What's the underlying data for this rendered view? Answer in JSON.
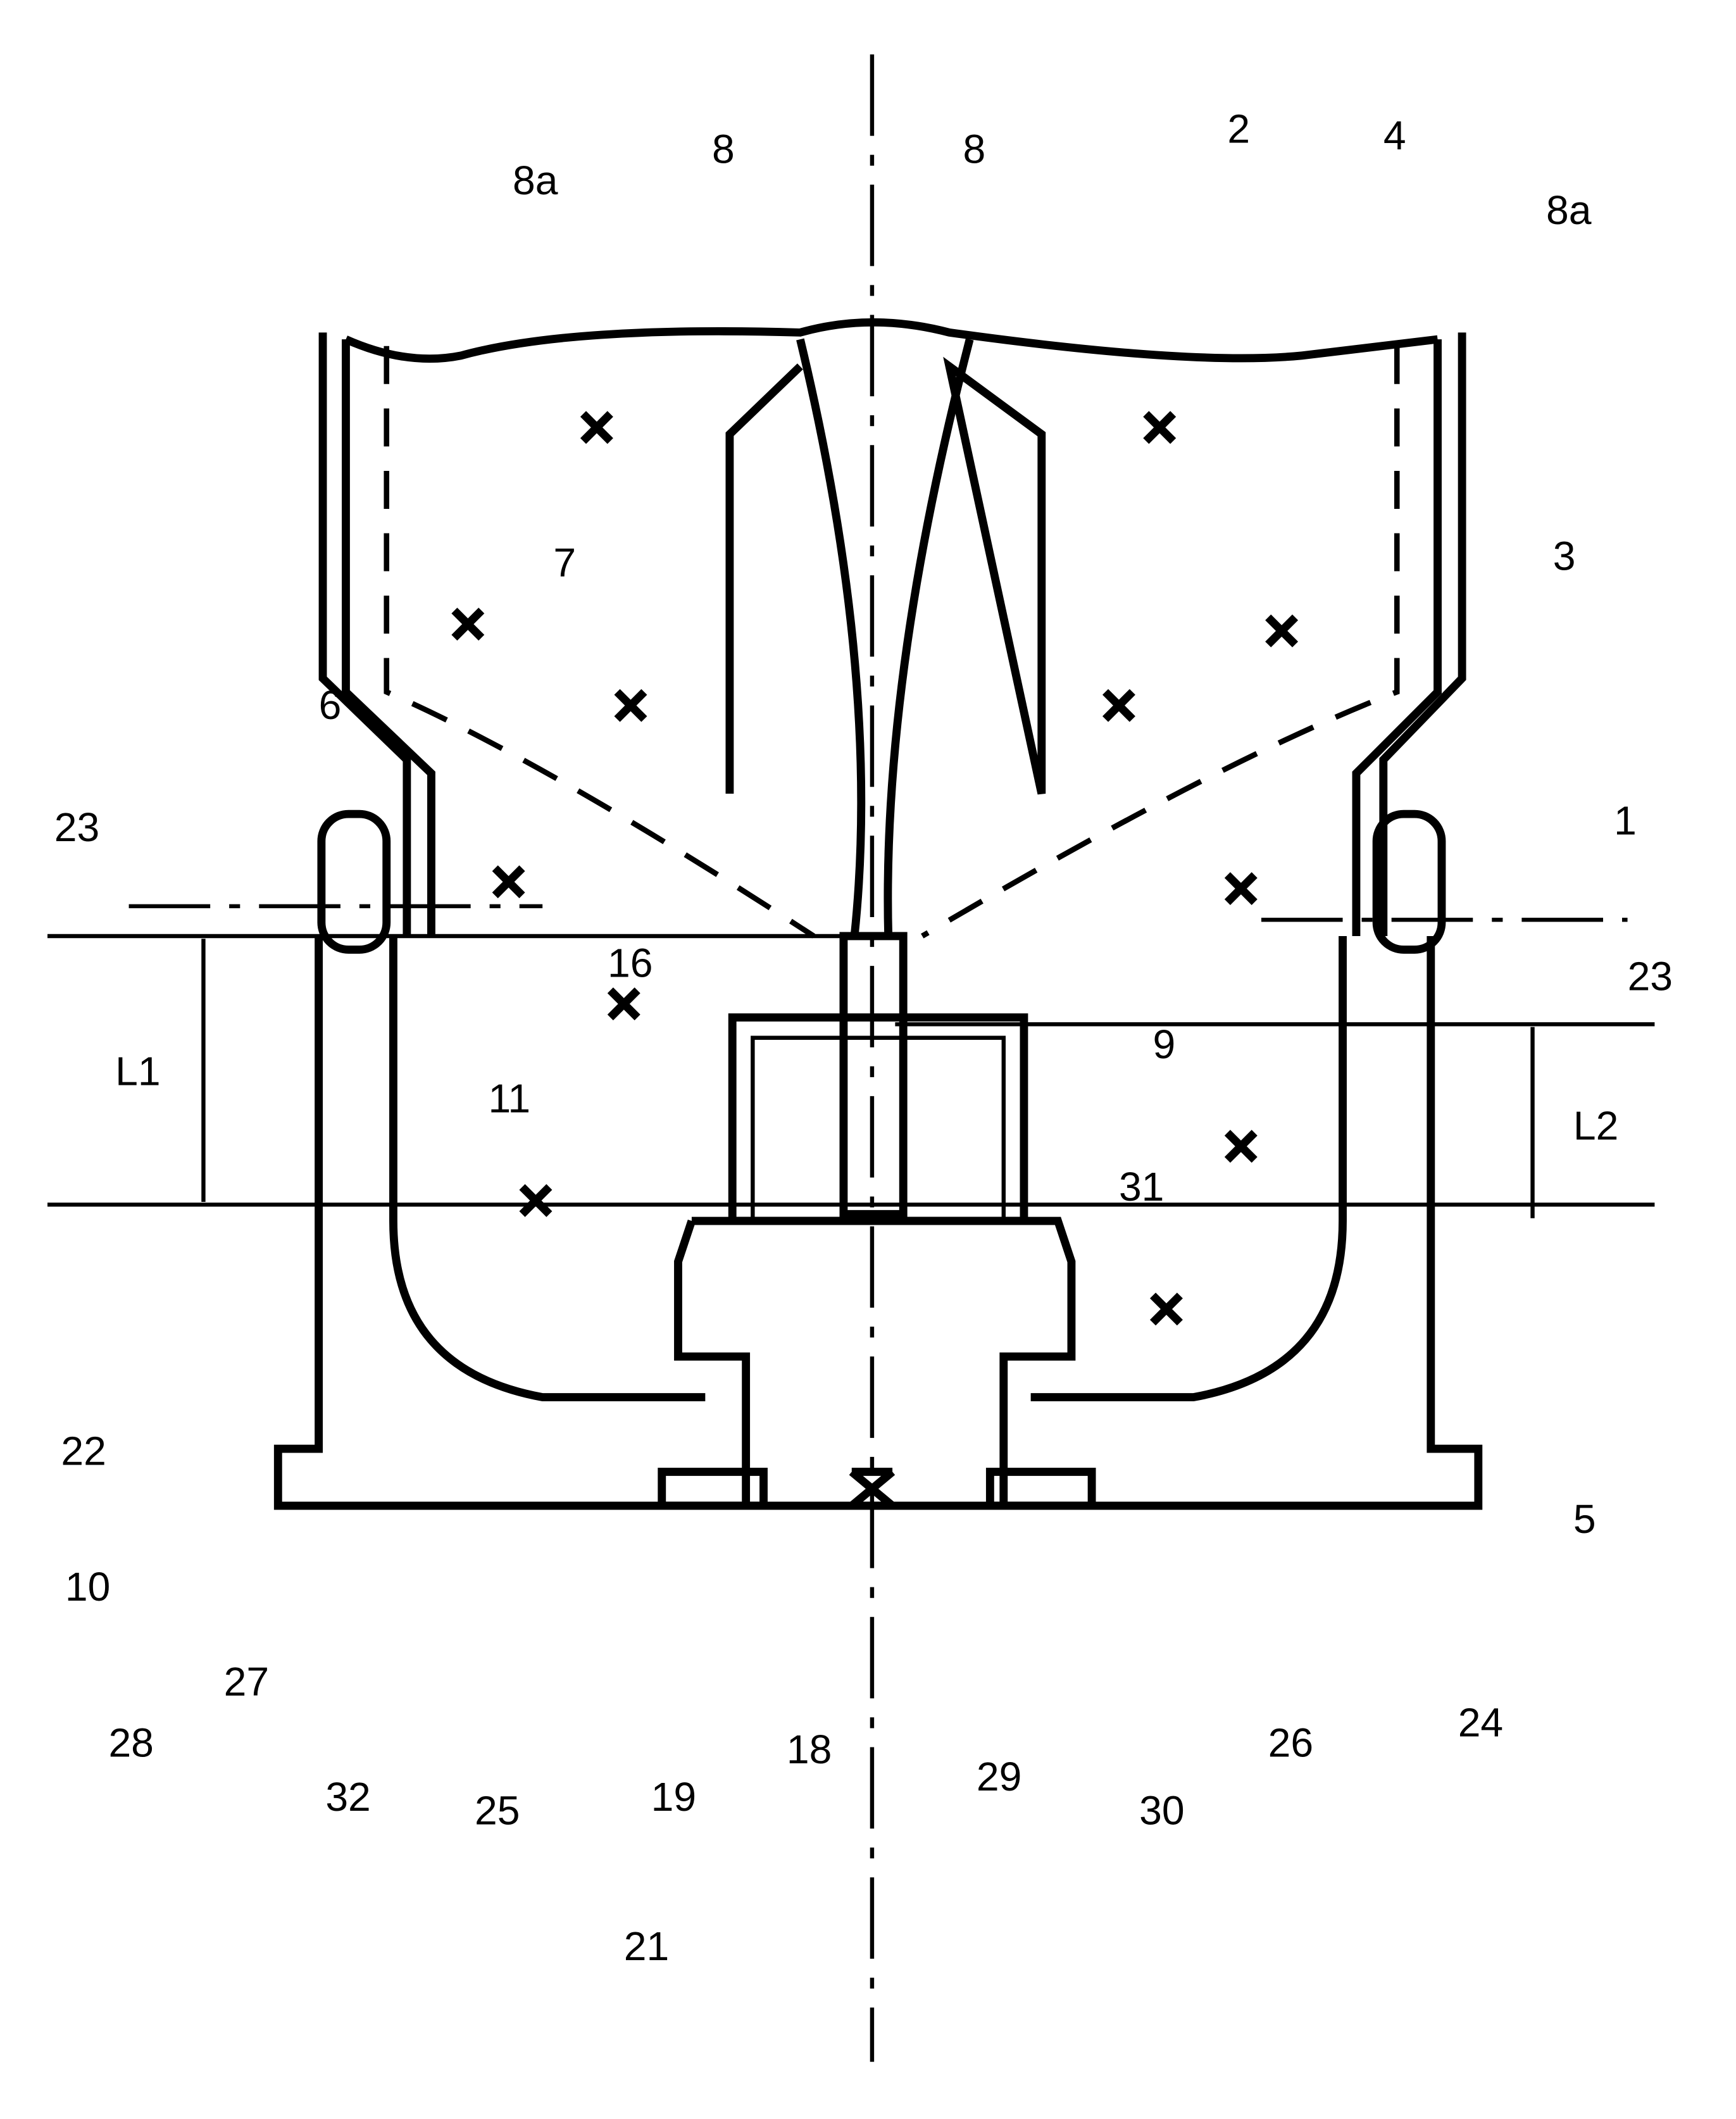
{
  "figure": {
    "type": "patent cross-section drawing",
    "labels": {
      "l1": "1",
      "l2": "2",
      "l3": "3",
      "l4": "4",
      "l5": "5",
      "l6": "6",
      "l7": "7",
      "l8a": "8",
      "l8b": "8",
      "l8aL": "8a",
      "l8aR": "8a",
      "l9": "9",
      "l10": "10",
      "l11": "11",
      "l16": "16",
      "l18": "18",
      "l19": "19",
      "l21": "21",
      "l22": "22",
      "l23L": "23",
      "l23R": "23",
      "l24": "24",
      "l25": "25",
      "l26": "26",
      "l27": "27",
      "l28": "28",
      "l29": "29",
      "l30": "30",
      "l31": "31",
      "l32": "32",
      "L1": "L1",
      "L2": "L2"
    }
  }
}
